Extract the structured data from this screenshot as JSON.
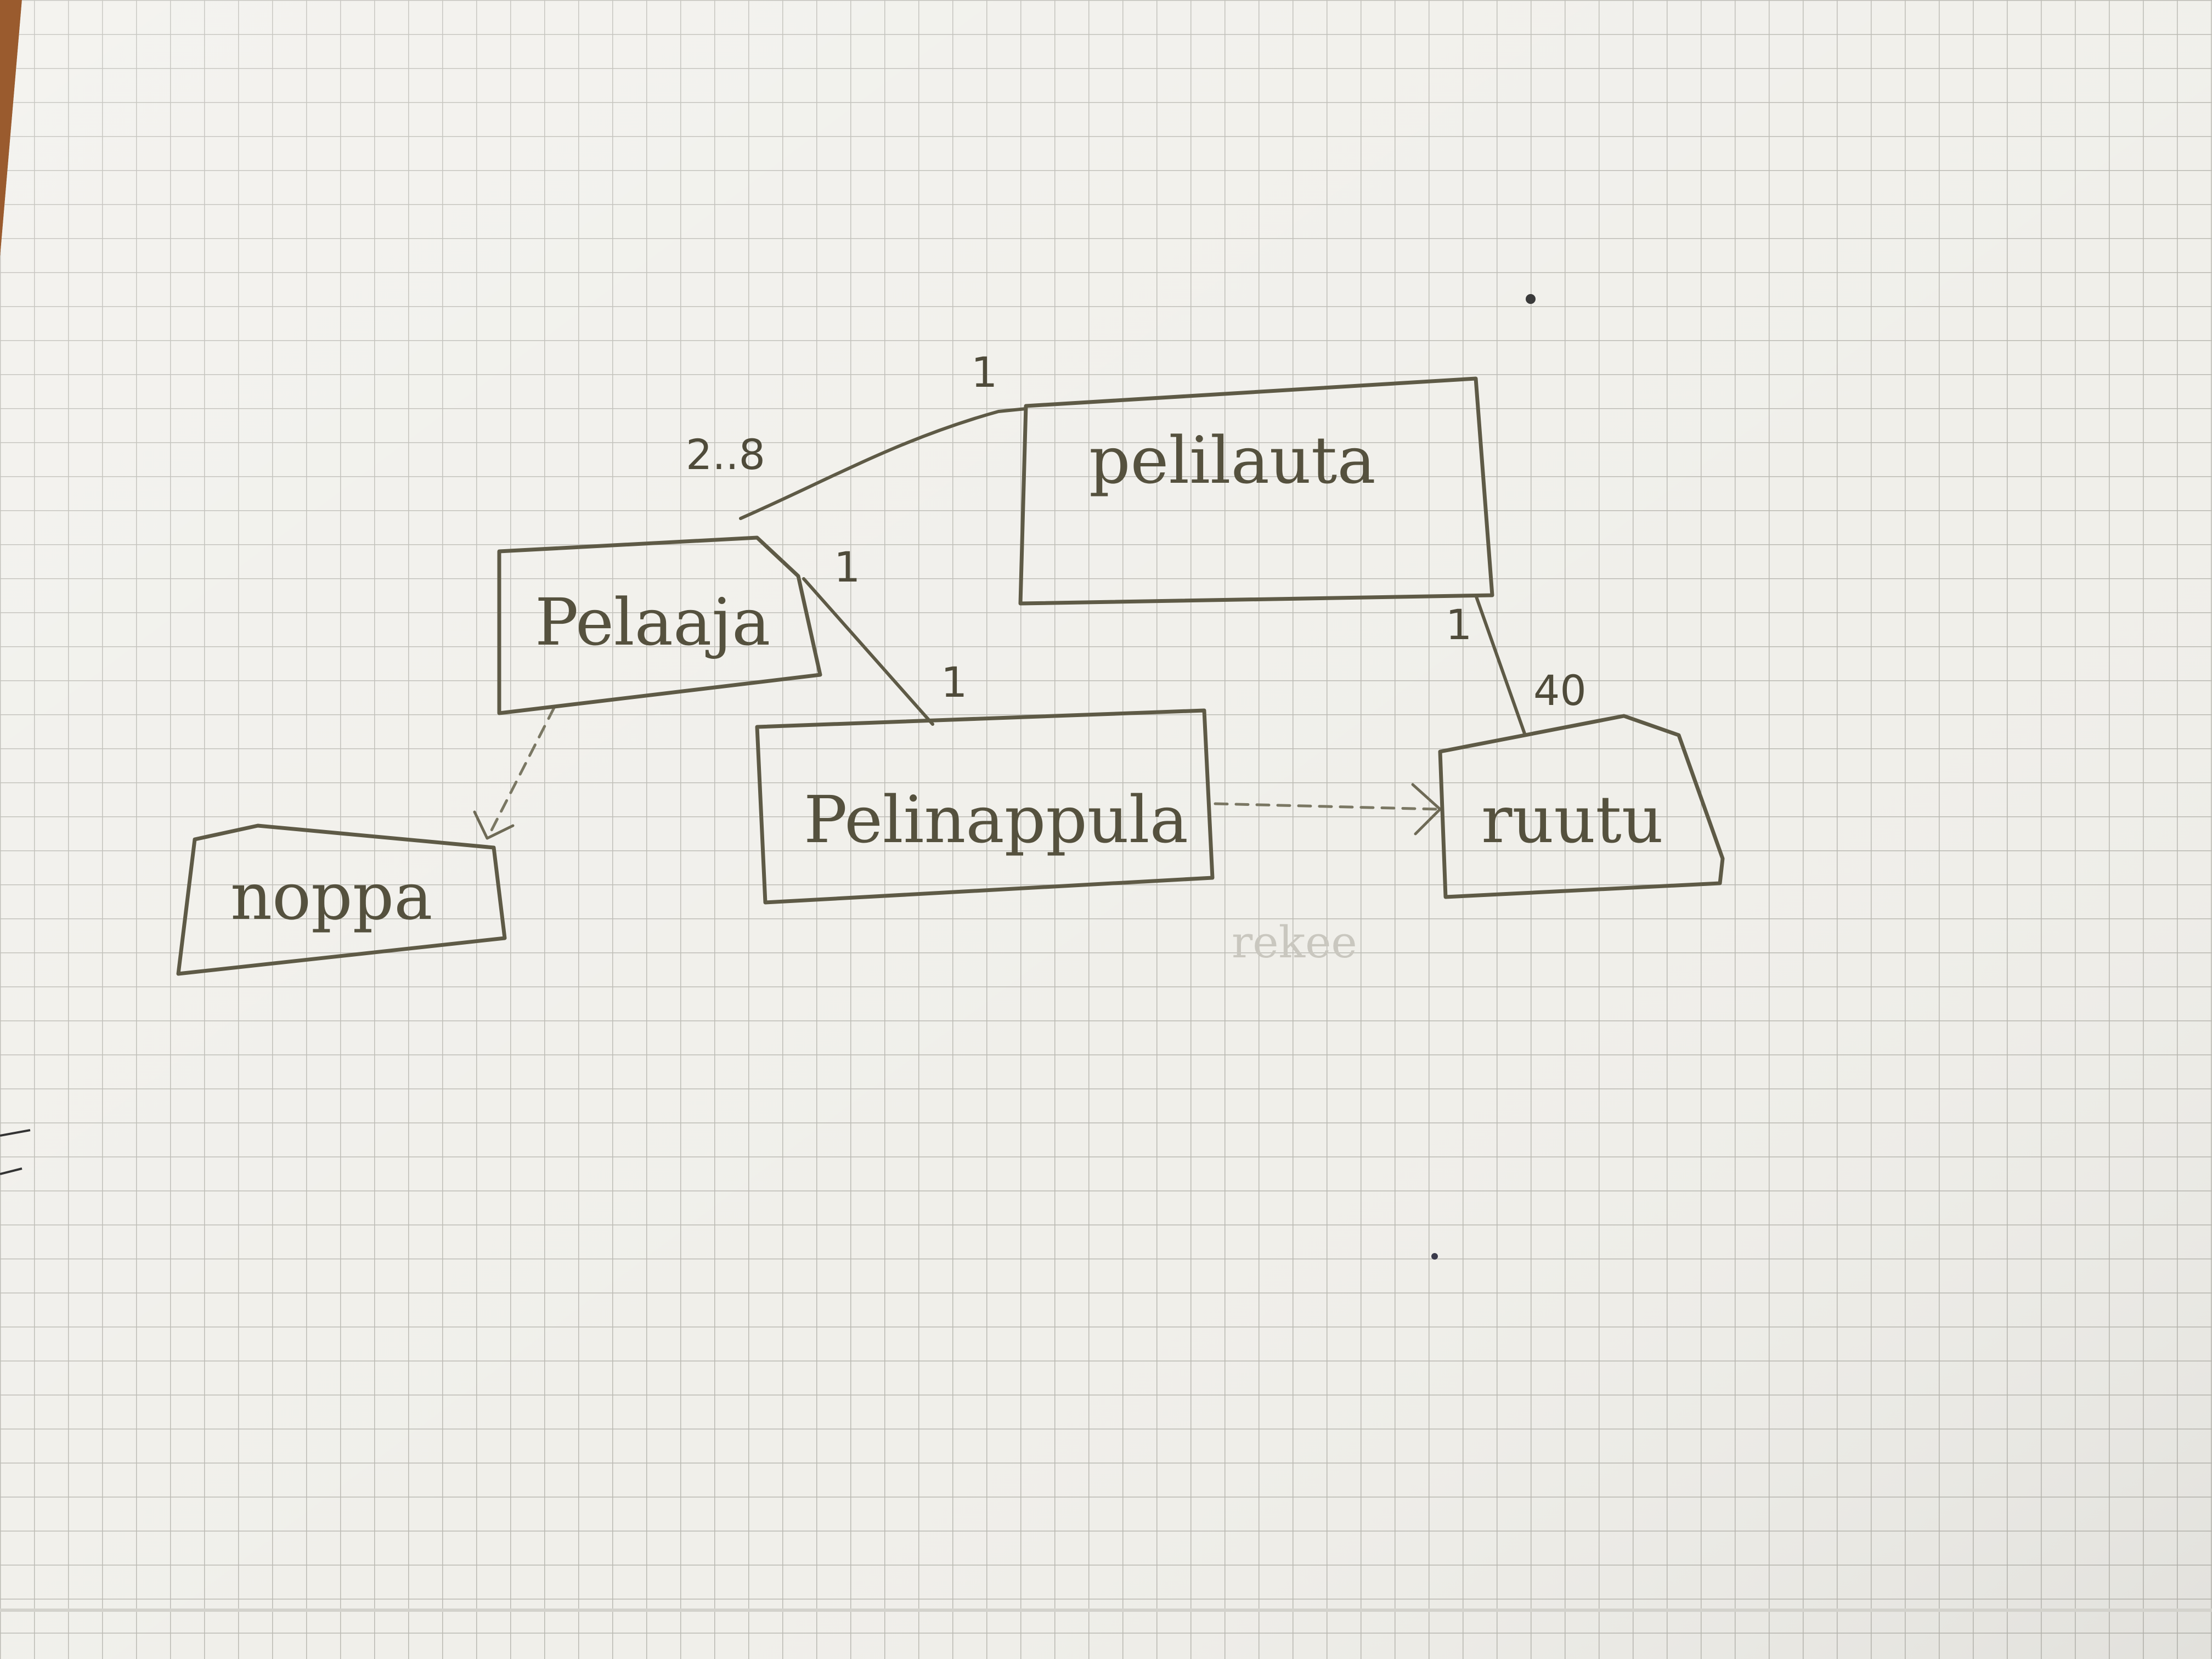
{
  "diagram": {
    "classes": {
      "pelilauta": "pelilauta",
      "pelaaja": "Pelaaja",
      "pelinappula": "Pelinappula",
      "noppa": "noppa",
      "ruutu": "ruutu"
    },
    "multiplicities": {
      "pelaaja_to_pelilauta_player_end": "2..8",
      "pelaaja_to_pelilauta_board_end": "1",
      "pelaaja_to_pelinappula_player_end": "1",
      "pelaaja_to_pelinappula_piece_end": "1",
      "pelilauta_to_ruutu_board_end": "1",
      "pelilauta_to_ruutu_square_end": "40"
    },
    "faint_note": "rekee"
  },
  "colors": {
    "paper": "#f0efea",
    "grid": "#b9b8b1",
    "pencil": "#5e5a46"
  }
}
